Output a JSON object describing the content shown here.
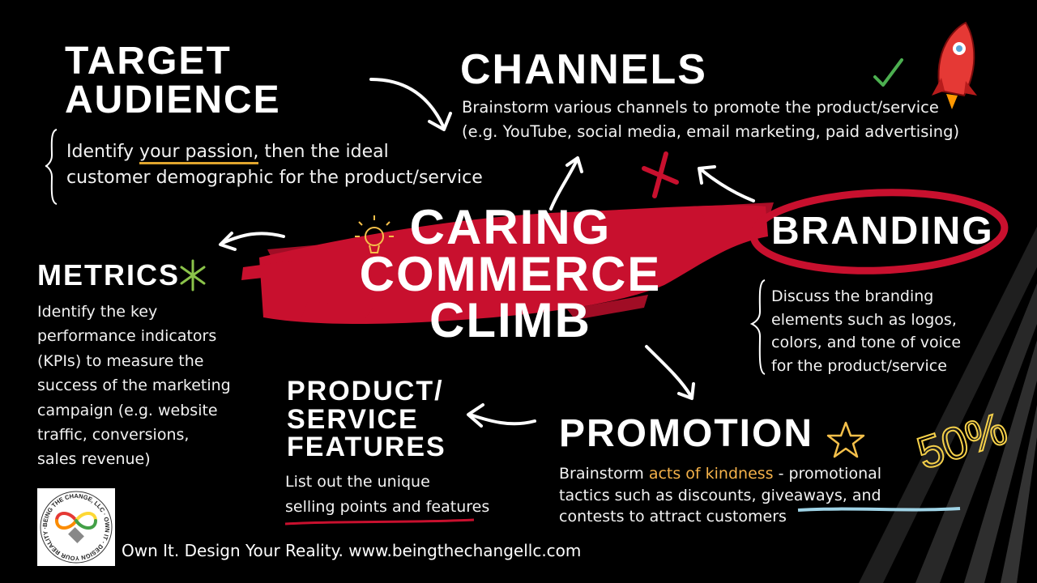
{
  "center": {
    "title_lines": [
      "CARING",
      "COMMERCE",
      "CLIMB"
    ]
  },
  "target_audience": {
    "heading_lines": [
      "TARGET",
      "AUDIENCE"
    ],
    "text_line1_a": "Identify ",
    "text_line1_highlight": "your passion,",
    "text_line1_b": " then the ideal",
    "text_line2": "customer demographic for the product/service"
  },
  "channels": {
    "heading": "CHANNELS",
    "text_lines": [
      "Brainstorm various channels to promote the product/service",
      "(e.g. YouTube, social media, email marketing, paid advertising)"
    ]
  },
  "branding": {
    "heading": "BRANDING",
    "text_lines": [
      "Discuss the branding",
      "elements such as logos,",
      "colors, and tone of voice",
      "for the product/service"
    ]
  },
  "metrics": {
    "heading": "METRICS",
    "text_lines": [
      "Identify the key",
      "performance indicators",
      "(KPIs) to measure the",
      "success of the marketing",
      "campaign (e.g. website",
      "traffic, conversions,",
      "sales revenue)"
    ]
  },
  "product": {
    "heading_lines": [
      "PRODUCT/",
      "SERVICE",
      "FEATURES"
    ],
    "text_lines": [
      "List out the unique",
      "selling points and features"
    ]
  },
  "promotion": {
    "heading": "PROMOTION",
    "text_line1_a": "Brainstorm ",
    "text_line1_highlight": "acts of kindness",
    "text_line1_b": " - promotional",
    "text_line2": "tactics such as discounts, giveaways, and",
    "text_line3": "contests to attract customers"
  },
  "decor": {
    "percent_label": "50%"
  },
  "logo": {
    "ring_text": "BEING THE CHANGE, LLC · OWN IT · DESIGN YOUR REALITY ·",
    "colors": [
      "#e53935",
      "#fb8c00",
      "#fdd835",
      "#43a047",
      "#1e88e5",
      "#8e24aa"
    ]
  },
  "footer": {
    "tagline": "Own It. Design Your Reality. www.beingthechangellc.com"
  },
  "colors": {
    "accent_red": "#c8102e",
    "highlight_gold": "#f5b24a",
    "underline_blue": "#9fd3e6",
    "background": "#000000"
  }
}
